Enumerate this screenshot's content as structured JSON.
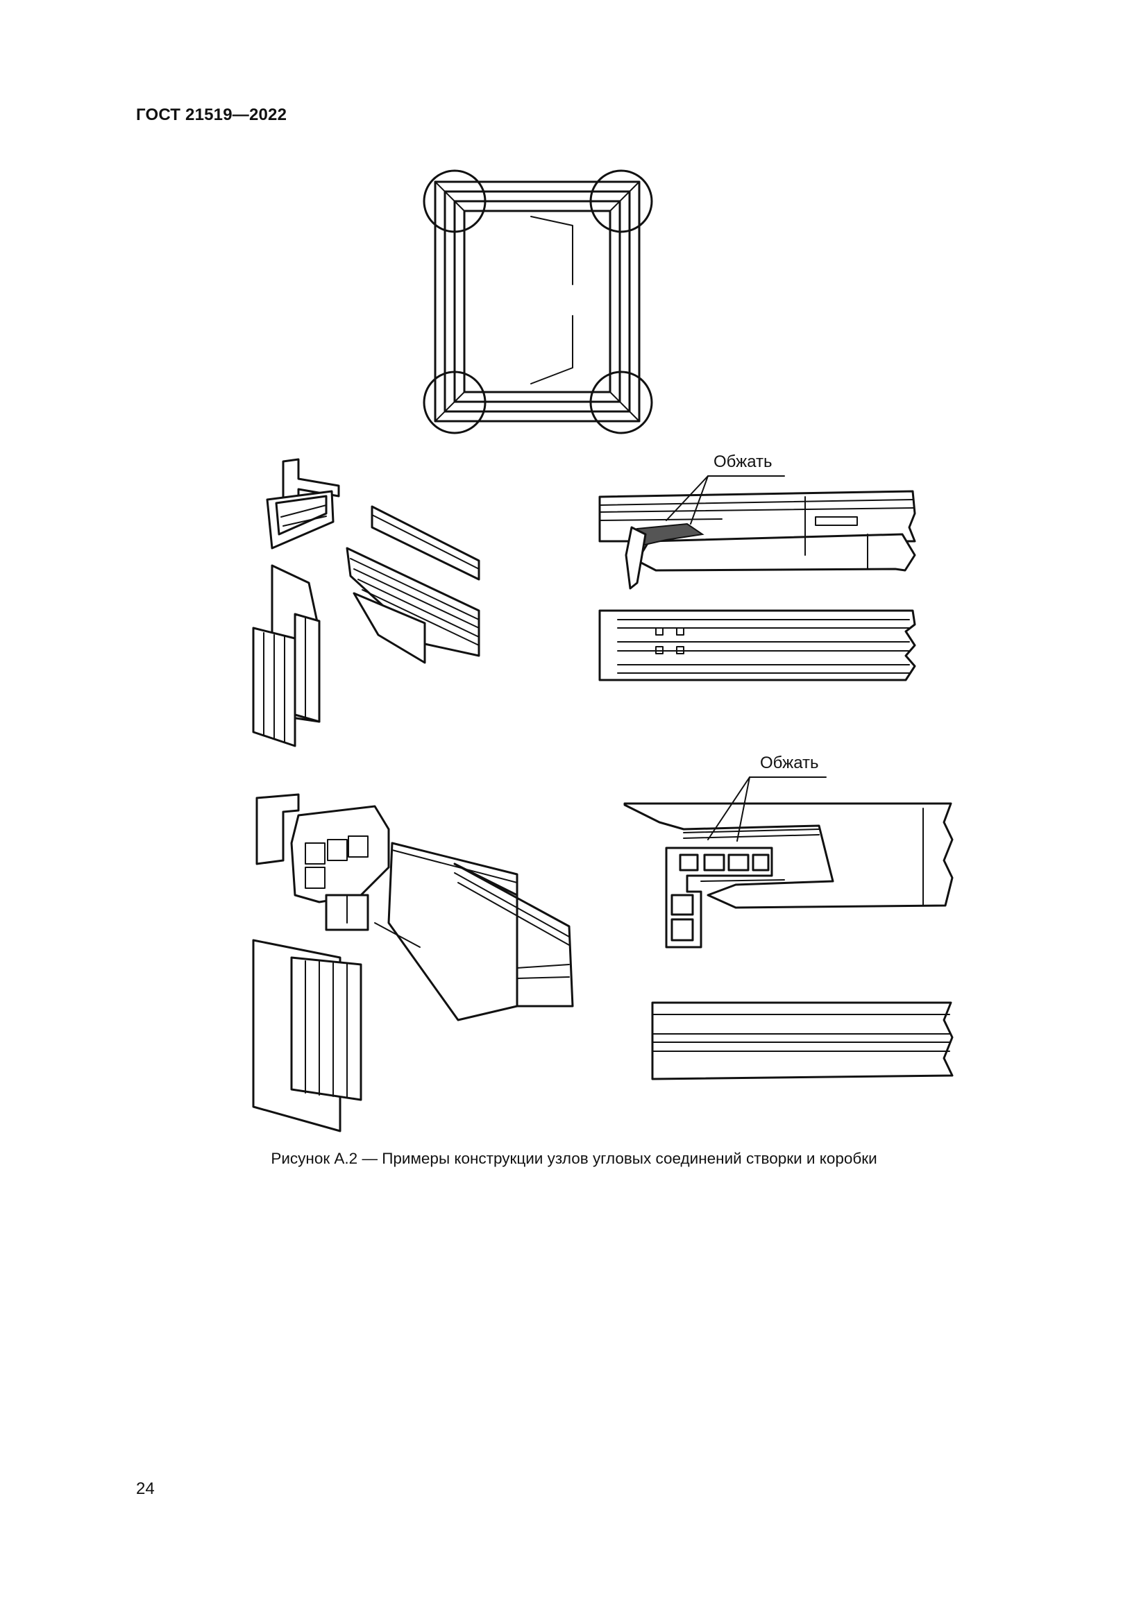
{
  "document": {
    "header": "ГОСТ 21519—2022",
    "page_number": "24"
  },
  "figure": {
    "caption": "Рисунок А.2 — Примеры конструкции узлов угловых соединений створки и коробки",
    "callouts": [
      "Обжать",
      "Обжать"
    ]
  }
}
